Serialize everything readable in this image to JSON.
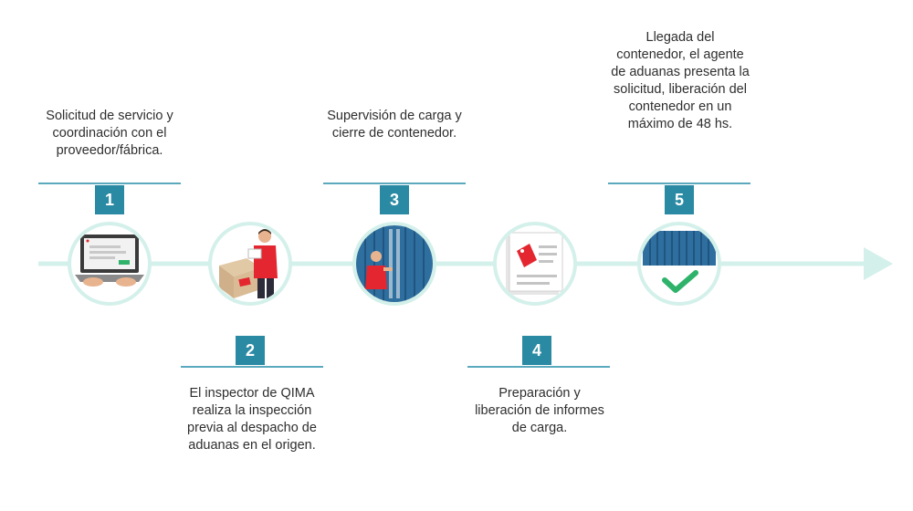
{
  "steps": [
    {
      "number": "1",
      "text": "Solicitud de servicio y coordinación con el proveedor/fábrica.",
      "icon": "laptop-icon"
    },
    {
      "number": "2",
      "text": "El inspector de QIMA realiza la inspección previa al despacho de aduanas en el origen.",
      "icon": "inspector-boxes-icon"
    },
    {
      "number": "3",
      "text": "Supervisión de carga y cierre de contenedor.",
      "icon": "container-loading-icon"
    },
    {
      "number": "4",
      "text": "Preparación y liberación de informes de carga.",
      "icon": "report-document-icon"
    },
    {
      "number": "5",
      "text": "Llegada del contenedor, el agente de aduanas presenta la solicitud, liberación del contenedor en un máximo de 48 hs.",
      "icon": "container-checkmark-icon"
    }
  ],
  "colors": {
    "accent": "#2a8aa3",
    "timeline": "#d4f0ea",
    "check": "#2fb36b",
    "brand_red": "#e3262f",
    "container_blue": "#2f6f9f"
  }
}
